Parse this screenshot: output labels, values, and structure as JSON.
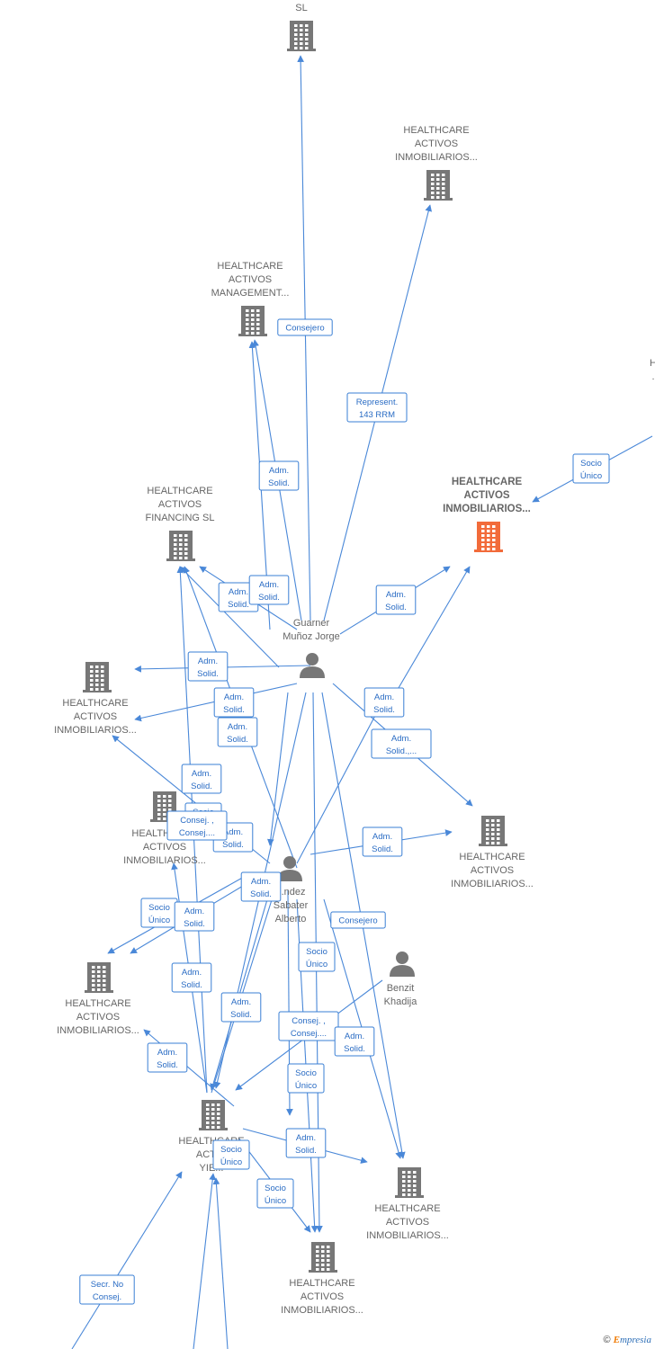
{
  "colors": {
    "edge": "#4a88d8",
    "node": "#777777",
    "highlight": "#f26b3a",
    "label_text": "#2a6cc4"
  },
  "nodes": [
    {
      "id": "sl_top",
      "type": "company",
      "label": [
        "SL"
      ]
    },
    {
      "id": "hc_top",
      "type": "company",
      "label": [
        "HEALTHCARE",
        "ACTIVOS",
        "INMOBILIARIOS..."
      ]
    },
    {
      "id": "hc_mgmt",
      "type": "company",
      "label": [
        "HEALTHCARE",
        "ACTIVOS",
        "MANAGEMENT..."
      ]
    },
    {
      "id": "hc_right_partial",
      "type": "company",
      "label": [
        "H",
        "."
      ]
    },
    {
      "id": "hc_main",
      "type": "company",
      "highlight": true,
      "label": [
        "HEALTHCARE",
        "ACTIVOS",
        "INMOBILIARIOS..."
      ]
    },
    {
      "id": "hc_fin",
      "type": "company",
      "label": [
        "HEALTHCARE",
        "ACTIVOS",
        "FINANCING  SL"
      ]
    },
    {
      "id": "guarner",
      "type": "person",
      "label": [
        "Guarner",
        "Muñoz Jorge"
      ]
    },
    {
      "id": "hc_left1",
      "type": "company",
      "label": [
        "HEALTHCARE",
        "ACTIVOS",
        "INMOBILIARIOS..."
      ]
    },
    {
      "id": "hc_left2",
      "type": "company",
      "label": [
        "HEALTHCARE",
        "ACTIVOS",
        "INMOBILIARIOS..."
      ]
    },
    {
      "id": "hc_right1",
      "type": "company",
      "label": [
        "HEALTHCARE",
        "ACTIVOS",
        "INMOBILIARIOS..."
      ]
    },
    {
      "id": "fernandez",
      "type": "person",
      "label": [
        "...ndez",
        "Sabater",
        "Alberto"
      ]
    },
    {
      "id": "hc_left3",
      "type": "company",
      "label": [
        "HEALTHCARE",
        "ACTIVOS",
        "INMOBILIARIOS..."
      ]
    },
    {
      "id": "benzit",
      "type": "person",
      "label": [
        "Benzit",
        "Khadija"
      ]
    },
    {
      "id": "hc_yield",
      "type": "company",
      "label": [
        "HEALTHCARE",
        "ACTI...",
        "YIE..."
      ]
    },
    {
      "id": "hc_bot_r",
      "type": "company",
      "label": [
        "HEALTHCARE",
        "ACTIVOS",
        "INMOBILIARIOS..."
      ]
    },
    {
      "id": "hc_bot",
      "type": "company",
      "label": [
        "HEALTHCARE",
        "ACTIVOS",
        "INMOBILIARIOS..."
      ]
    }
  ],
  "edge_labels": [
    [
      "Consejero"
    ],
    [
      "Represent.",
      "143 RRM"
    ],
    [
      "Adm.",
      "Solid."
    ],
    [
      "Socio",
      "Único"
    ],
    [
      "Adm.",
      "Solid."
    ],
    [
      "Adm.",
      "Solid."
    ],
    [
      "Adm.",
      "Solid."
    ],
    [
      "Adm.",
      "Solid."
    ],
    [
      "Adm.",
      "Solid."
    ],
    [
      "Adm.",
      "Solid."
    ],
    [
      "Adm.",
      "Solid."
    ],
    [
      "Adm.",
      "Solid.,..."
    ],
    [
      "Adm.",
      "Solid."
    ],
    [
      "Socio",
      "Único"
    ],
    [
      "Adm.",
      "Solid."
    ],
    [
      "Adm.",
      "Solid."
    ],
    [
      "Adm.",
      "Solid."
    ],
    [
      "Consej. ,",
      "Consej...."
    ],
    [
      "Socio",
      "Único"
    ],
    [
      "Adm.",
      "Solid."
    ],
    [
      "Adm.",
      "Solid."
    ],
    [
      "Socio",
      "Único"
    ],
    [
      "Adm.",
      "Solid."
    ],
    [
      "Consej. ,",
      "Consej...."
    ],
    [
      "Consejero"
    ],
    [
      "Adm.",
      "Solid."
    ],
    [
      "Socio",
      "Único"
    ],
    [
      "Adm.",
      "Solid."
    ],
    [
      "Socio",
      "Único"
    ],
    [
      "Adm.",
      "Solid."
    ],
    [
      "Socio",
      "Único"
    ],
    [
      "Secr.  No",
      "Consej."
    ]
  ],
  "footer": {
    "copyright": "©",
    "brand_first": "E",
    "brand_rest": "mpresia"
  }
}
